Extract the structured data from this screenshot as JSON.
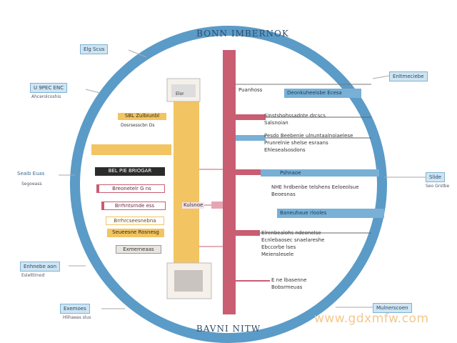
{
  "title_top": "BONN IMBERNOK",
  "title_bottom": "BAVNI NITW",
  "watermark": "www.gdxmfw.com",
  "colors": {
    "ring": "#5b9bc7",
    "yellow_bar": "#f2c462",
    "red_bar": "#c95d72",
    "blue_strip": "#78b0d6",
    "dark_label": "#2b2b2b"
  },
  "corners": {
    "top_left": {
      "label": "Elg Scus"
    },
    "left_upper": {
      "label": "U 9PEC ENC",
      "sub": "Ahcerolcoshis"
    },
    "left_mid": {
      "label": "Seaib Euas",
      "sub": "Segoeass"
    },
    "left_lower": {
      "label": "Enhnebe aon",
      "sub": "Eslelttrnod"
    },
    "bottom_left": {
      "label": "Exemoes",
      "sub": "Hlihaeas slus"
    },
    "top_right": {
      "label": "Enltmeciebe",
      "sub": ""
    },
    "right_mid": {
      "label": "Slide",
      "sub": "Seo Grstbe"
    },
    "bottom_right": {
      "label": "Mulnerscoen",
      "sub": ""
    }
  },
  "left_bars": [
    {
      "label": "SBL Zulbiunbl",
      "sub": "Dosrsesscbn Ds",
      "style": "yellow"
    },
    {
      "label": "BEL PIE BRIOGAR",
      "style": "dark"
    },
    {
      "label": "Breonetelr G ns",
      "style": "red"
    },
    {
      "label": "Brrhntsrnde ess",
      "style": "red"
    },
    {
      "label": "Brrhrcseesnebna",
      "style": "yellow-outline"
    },
    {
      "label": "Seueesne Rosnesg",
      "style": "yellow"
    },
    {
      "label": "Exmerneaas",
      "style": "gray"
    }
  ],
  "center": {
    "tower_top": "Elor",
    "mid_tag": "Kulsnoe"
  },
  "right_items": [
    {
      "kind": "text",
      "lines": [
        "Puanhoss"
      ]
    },
    {
      "kind": "blue",
      "label": "Deonkuheeisbe Ecesa"
    },
    {
      "kind": "line",
      "lines": [
        "Sinstshohssadnte drcscs",
        "Salsnoian"
      ]
    },
    {
      "kind": "blue-line",
      "lines": [
        "Pesdo Beebenie ulnuntaalnoiaelese",
        "Prunrelnie shelse esraans",
        "Ehlesealsosdons"
      ]
    },
    {
      "kind": "blue",
      "label": "Pshnaoe"
    },
    {
      "kind": "text",
      "lines": [
        "NHE hrdbenbe telshens Eeloeolsue",
        "Beoesnas"
      ]
    },
    {
      "kind": "blue",
      "label": "Baneuhaue rlooles"
    },
    {
      "kind": "line",
      "lines": [
        "Elrenbealohs ndeonelse",
        "Ecnlebaosec snaelareshe",
        "Ebccorbe lses",
        "Meienslesele"
      ]
    },
    {
      "kind": "line",
      "lines": [
        "E ne lbasenne",
        "Bobsrmeuas"
      ]
    }
  ]
}
